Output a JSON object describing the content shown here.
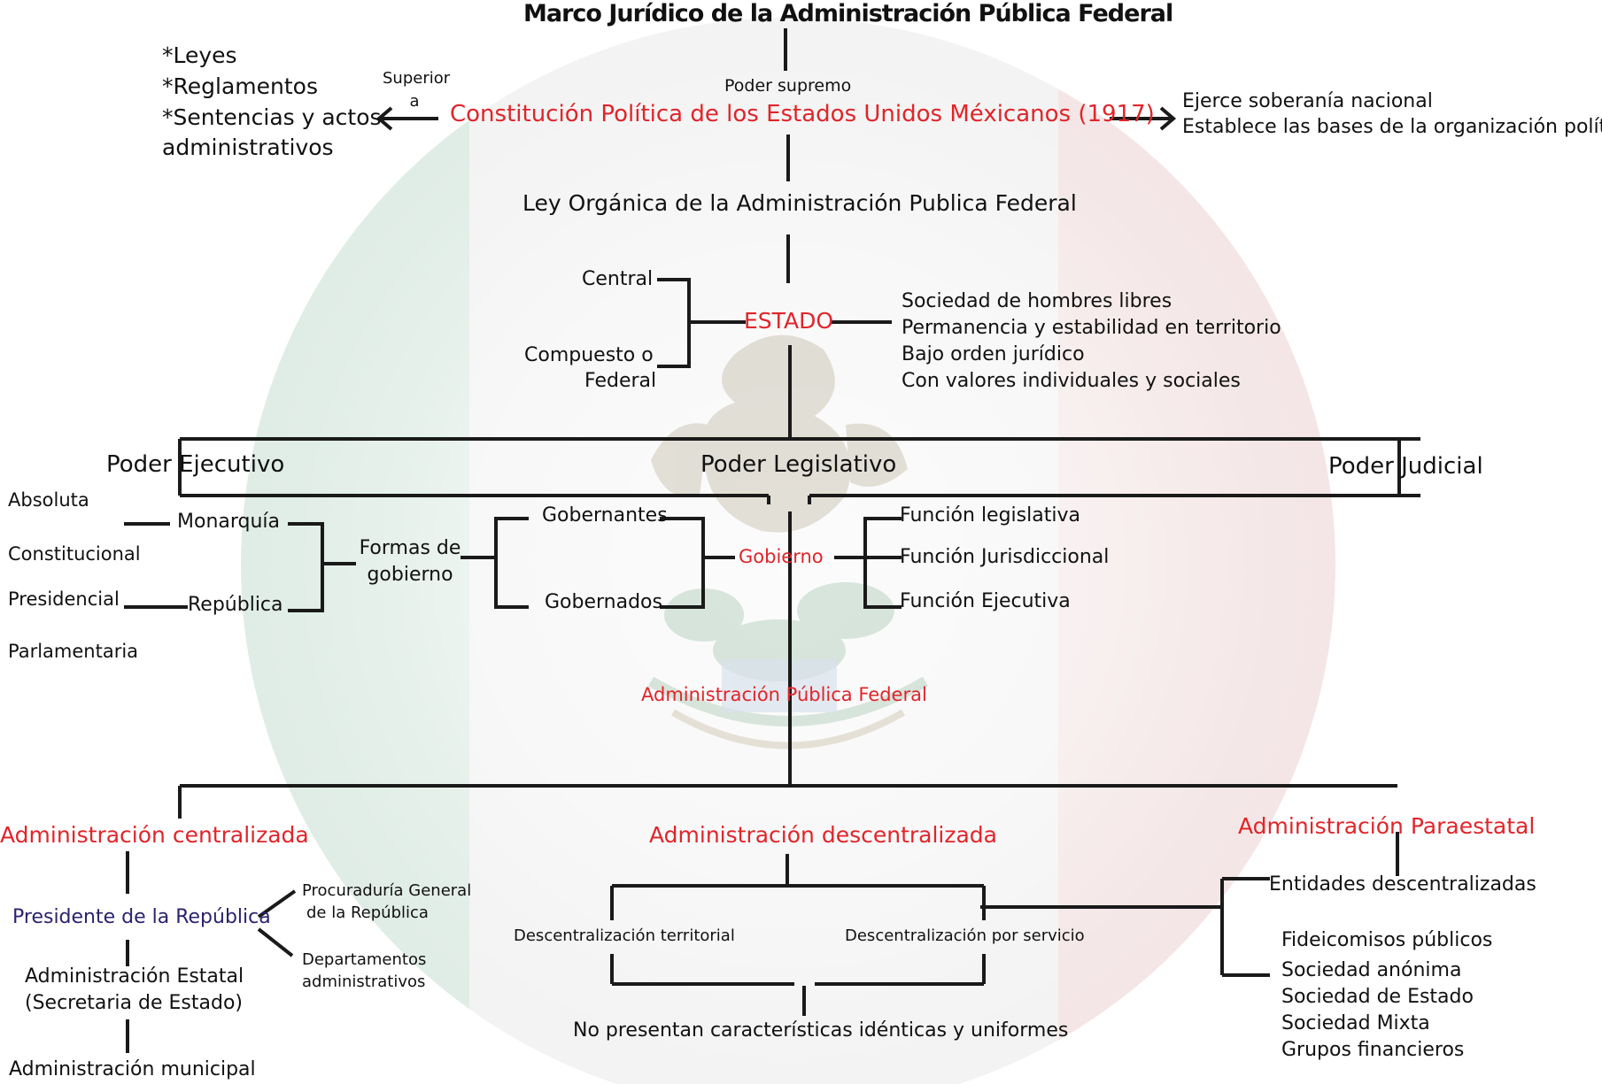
{
  "title": "Marco Jurídico de la Administración Pública Federal",
  "flag_colors": {
    "green": "#1e9a5a",
    "white": "#ffffff",
    "red": "#d83a3a"
  },
  "accent_color": "#e0252a",
  "constitution": {
    "above_label": "Poder supremo",
    "name": "Constitución Política de los Estados Unidos Méxicanos (1917)",
    "superior_label": [
      "Superior",
      "a"
    ],
    "subordinates": [
      "*Leyes",
      "*Reglamentos",
      "*Sentencias y actos",
      "administrativos"
    ],
    "functions": [
      "Ejerce soberanía nacional",
      "Establece las bases de la organización política"
    ]
  },
  "ley_organica": "Ley Orgánica de la Administración Publica Federal",
  "estado": {
    "name": "ESTADO",
    "types": [
      "Central",
      "Compuesto o",
      "Federal"
    ],
    "characteristics": [
      "Sociedad de hombres libres",
      "Permanencia y estabilidad en territorio",
      "Bajo orden jurídico",
      "Con valores individuales y sociales"
    ]
  },
  "poderes": [
    "Poder Ejecutivo",
    "Poder Legislativo",
    "Poder Judicial"
  ],
  "monarquia_types": [
    "Absoluta",
    "Constitucional"
  ],
  "republica_types": [
    "Presidencial",
    "Parlamentaria"
  ],
  "formas": {
    "monarquia": "Monarquía",
    "republica": "República",
    "label": [
      "Formas de",
      "gobierno"
    ]
  },
  "gobierno": {
    "name": "Gobierno",
    "parties": [
      "Gobernantes",
      "Gobernados"
    ],
    "functions": [
      "Función legislativa",
      "Función Jurisdiccional",
      "Función Ejecutiva"
    ]
  },
  "apf": "Administración Pública Federal",
  "centralizada": {
    "title": "Administración centralizada",
    "presidente": "Presidente de la República",
    "presidente_branches": [
      [
        "Procuraduría General",
        "de la República"
      ],
      [
        "Departamentos",
        "administrativos"
      ]
    ],
    "estatal": [
      "Administración Estatal",
      "(Secretaria de Estado)"
    ],
    "municipal": "Administración municipal"
  },
  "descentralizada": {
    "title": "Administración descentralizada",
    "types": [
      "Descentralización territorial",
      "Descentralización por servicio"
    ],
    "note": "No presentan características idénticas y uniformes"
  },
  "paraestatal": {
    "title": "Administración Paraestatal",
    "items": [
      "Entidades descentralizadas",
      "Fideicomisos públicos",
      "Sociedad anónima",
      "Sociedad de Estado",
      "Sociedad Mixta",
      "Grupos financieros"
    ]
  }
}
